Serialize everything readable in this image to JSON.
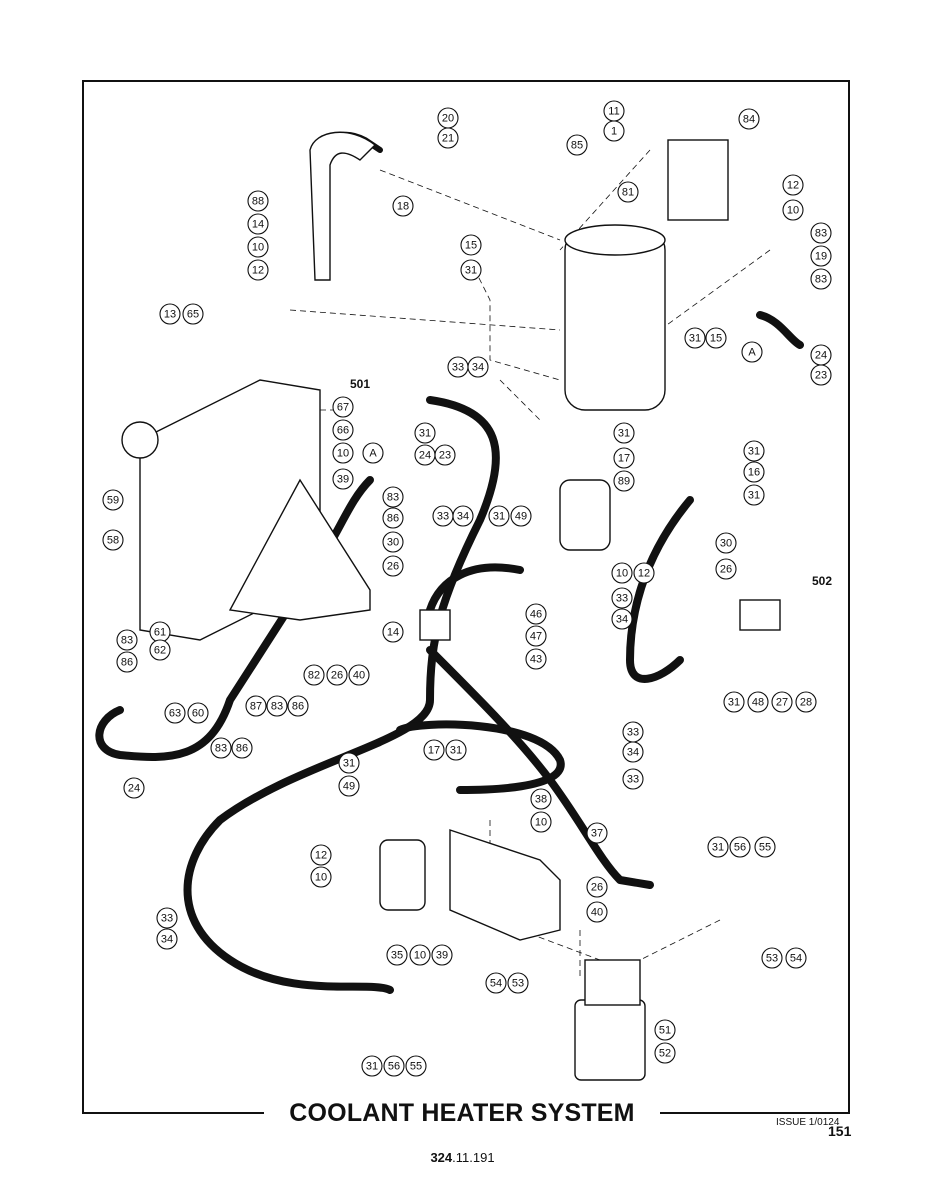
{
  "title": "COOLANT HEATER SYSTEM",
  "issue": "ISSUE 1/0124",
  "page_number": "151",
  "document_number_bold": "324",
  "document_number_rest": ".11.191",
  "callouts": [
    {
      "id": "c20",
      "label": "20"
    },
    {
      "id": "c21",
      "label": "21"
    },
    {
      "id": "c85",
      "label": "85"
    },
    {
      "id": "c11",
      "label": "11"
    },
    {
      "id": "c1",
      "label": "1"
    },
    {
      "id": "c84",
      "label": "84"
    },
    {
      "id": "c12a",
      "label": "12"
    },
    {
      "id": "c10a",
      "label": "10"
    },
    {
      "id": "c18",
      "label": "18"
    },
    {
      "id": "c88",
      "label": "88"
    },
    {
      "id": "c14a",
      "label": "14"
    },
    {
      "id": "c10b",
      "label": "10"
    },
    {
      "id": "c12b",
      "label": "12"
    },
    {
      "id": "c81",
      "label": "81"
    },
    {
      "id": "c15a",
      "label": "15"
    },
    {
      "id": "c31a",
      "label": "31"
    },
    {
      "id": "c83a",
      "label": "83"
    },
    {
      "id": "c19",
      "label": "19"
    },
    {
      "id": "c83b",
      "label": "83"
    },
    {
      "id": "cA1",
      "label": "A"
    },
    {
      "id": "c24a",
      "label": "24"
    },
    {
      "id": "c23a",
      "label": "23"
    },
    {
      "id": "c13",
      "label": "13"
    },
    {
      "id": "c65",
      "label": "65"
    },
    {
      "id": "c33a",
      "label": "33"
    },
    {
      "id": "c34a",
      "label": "34"
    },
    {
      "id": "c31b",
      "label": "31"
    },
    {
      "id": "c15b",
      "label": "15"
    },
    {
      "id": "c67",
      "label": "67"
    },
    {
      "id": "c66",
      "label": "66"
    },
    {
      "id": "c10c",
      "label": "10"
    },
    {
      "id": "c39a",
      "label": "39"
    },
    {
      "id": "cA2",
      "label": "A"
    },
    {
      "id": "c24b",
      "label": "24"
    },
    {
      "id": "c23b",
      "label": "23"
    },
    {
      "id": "c31c",
      "label": "31"
    },
    {
      "id": "c31d",
      "label": "31"
    },
    {
      "id": "c17a",
      "label": "17"
    },
    {
      "id": "c31e",
      "label": "31"
    },
    {
      "id": "c16",
      "label": "16"
    },
    {
      "id": "c89",
      "label": "89"
    },
    {
      "id": "c31f",
      "label": "31"
    },
    {
      "id": "c59",
      "label": "59"
    },
    {
      "id": "c58",
      "label": "58"
    },
    {
      "id": "c83c",
      "label": "83"
    },
    {
      "id": "c86a",
      "label": "86"
    },
    {
      "id": "c33b",
      "label": "33"
    },
    {
      "id": "c34b",
      "label": "34"
    },
    {
      "id": "c31g",
      "label": "31"
    },
    {
      "id": "c49a",
      "label": "49"
    },
    {
      "id": "c30a",
      "label": "30"
    },
    {
      "id": "c26a",
      "label": "26"
    },
    {
      "id": "c10d",
      "label": "10"
    },
    {
      "id": "c12c",
      "label": "12"
    },
    {
      "id": "c30b",
      "label": "30"
    },
    {
      "id": "c26b",
      "label": "26"
    },
    {
      "id": "c33c",
      "label": "33"
    },
    {
      "id": "c34c",
      "label": "34"
    },
    {
      "id": "c46",
      "label": "46"
    },
    {
      "id": "c47",
      "label": "47"
    },
    {
      "id": "c14b",
      "label": "14"
    },
    {
      "id": "c43",
      "label": "43"
    },
    {
      "id": "c83d",
      "label": "83"
    },
    {
      "id": "c86b",
      "label": "86"
    },
    {
      "id": "c61",
      "label": "61"
    },
    {
      "id": "c62",
      "label": "62"
    },
    {
      "id": "c82",
      "label": "82"
    },
    {
      "id": "c26c",
      "label": "26"
    },
    {
      "id": "c40a",
      "label": "40"
    },
    {
      "id": "c31h",
      "label": "31"
    },
    {
      "id": "c48",
      "label": "48"
    },
    {
      "id": "c27",
      "label": "27"
    },
    {
      "id": "c28",
      "label": "28"
    },
    {
      "id": "c63",
      "label": "63"
    },
    {
      "id": "c60",
      "label": "60"
    },
    {
      "id": "c87",
      "label": "87"
    },
    {
      "id": "c83e",
      "label": "83"
    },
    {
      "id": "c86c",
      "label": "86"
    },
    {
      "id": "c83f",
      "label": "83"
    },
    {
      "id": "c86d",
      "label": "86"
    },
    {
      "id": "c24c",
      "label": "24"
    },
    {
      "id": "c33d",
      "label": "33"
    },
    {
      "id": "c34d",
      "label": "34"
    },
    {
      "id": "c31i",
      "label": "31"
    },
    {
      "id": "c17b",
      "label": "17"
    },
    {
      "id": "c31j",
      "label": "31"
    },
    {
      "id": "c33e",
      "label": "33"
    },
    {
      "id": "c49b",
      "label": "49"
    },
    {
      "id": "c38",
      "label": "38"
    },
    {
      "id": "c10e",
      "label": "10"
    },
    {
      "id": "c37",
      "label": "37"
    },
    {
      "id": "c12d",
      "label": "12"
    },
    {
      "id": "c10f",
      "label": "10"
    },
    {
      "id": "c31k",
      "label": "31"
    },
    {
      "id": "c56a",
      "label": "56"
    },
    {
      "id": "c55a",
      "label": "55"
    },
    {
      "id": "c26d",
      "label": "26"
    },
    {
      "id": "c40b",
      "label": "40"
    },
    {
      "id": "c33f",
      "label": "33"
    },
    {
      "id": "c34e",
      "label": "34"
    },
    {
      "id": "c35",
      "label": "35"
    },
    {
      "id": "c10g",
      "label": "10"
    },
    {
      "id": "c39b",
      "label": "39"
    },
    {
      "id": "c53a",
      "label": "53"
    },
    {
      "id": "c54a",
      "label": "54"
    },
    {
      "id": "c54b",
      "label": "54"
    },
    {
      "id": "c53b",
      "label": "53"
    },
    {
      "id": "c51",
      "label": "51"
    },
    {
      "id": "c52",
      "label": "52"
    },
    {
      "id": "c31l",
      "label": "31"
    },
    {
      "id": "c56b",
      "label": "56"
    },
    {
      "id": "c55b",
      "label": "55"
    }
  ],
  "external_refs": [
    {
      "id": "r501",
      "label": "501"
    },
    {
      "id": "r502",
      "label": "502"
    }
  ]
}
